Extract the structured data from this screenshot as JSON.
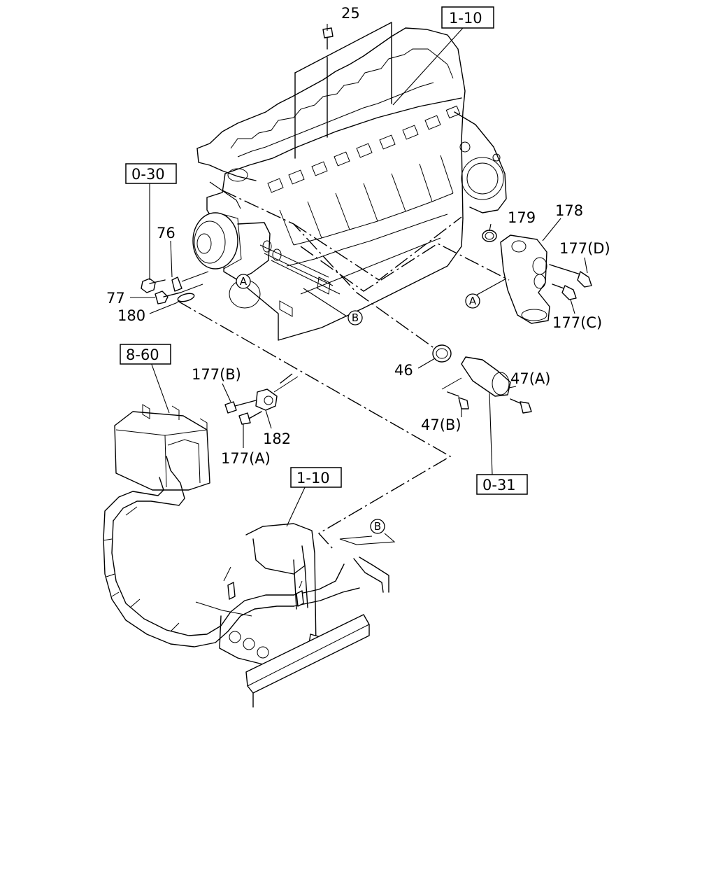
{
  "part_labels": {
    "p25": "25",
    "p76": "76",
    "p77": "77",
    "p180": "180",
    "p179": "179",
    "p178": "178",
    "p177d": "177(D)",
    "p177c": "177(C)",
    "p46": "46",
    "p47a": "47(A)",
    "p47b": "47(B)",
    "p177b": "177(B)",
    "p177a": "177(A)",
    "p182": "182"
  },
  "reference_boxes": {
    "ref_top": "1-10",
    "ref_left": "0-30",
    "ref_tank": "8-60",
    "ref_radiator": "1-10",
    "ref_pipe": "0-31"
  },
  "connection_markers": {
    "a_engine": "A",
    "a_housing": "A",
    "b_engine": "B",
    "b_radiator": "B"
  }
}
